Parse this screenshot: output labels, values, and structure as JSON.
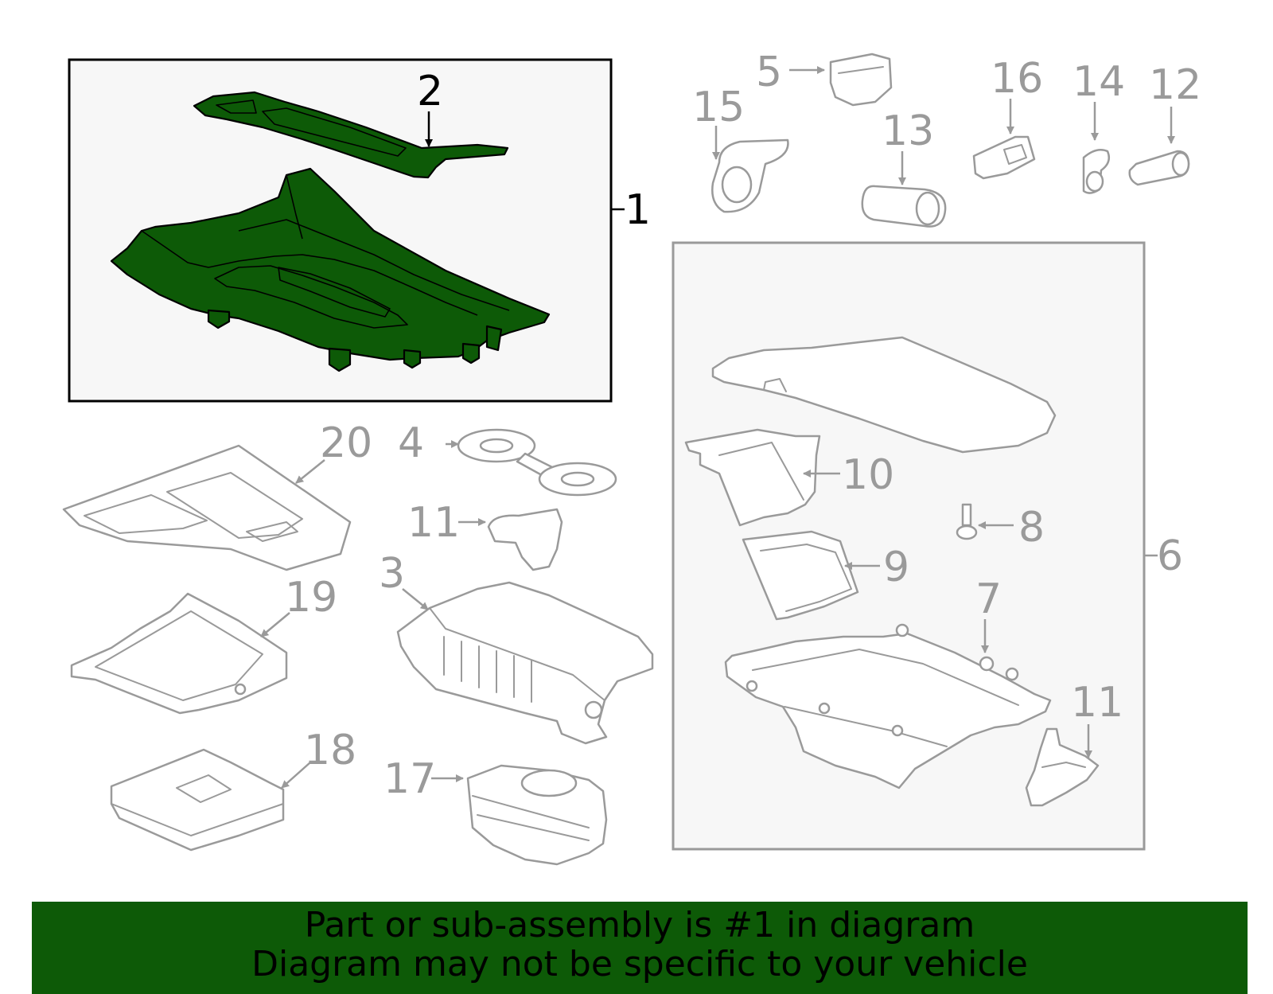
{
  "colors": {
    "highlight": "#0d5a07",
    "outline_grey": "#9a9a9a",
    "banner": "#0d5a07"
  },
  "callouts": {
    "c1": "1",
    "c2": "2",
    "c3": "3",
    "c4": "4",
    "c5": "5",
    "c6": "6",
    "c7": "7",
    "c8": "8",
    "c9": "9",
    "c10": "10",
    "c11a": "11",
    "c11b": "11",
    "c12": "12",
    "c13": "13",
    "c14": "14",
    "c15": "15",
    "c16": "16",
    "c17": "17",
    "c18": "18",
    "c19": "19",
    "c20": "20"
  },
  "footer": {
    "line1": "Part or sub-assembly is #1 in diagram",
    "line2": "Diagram may not be specific to your vehicle"
  }
}
